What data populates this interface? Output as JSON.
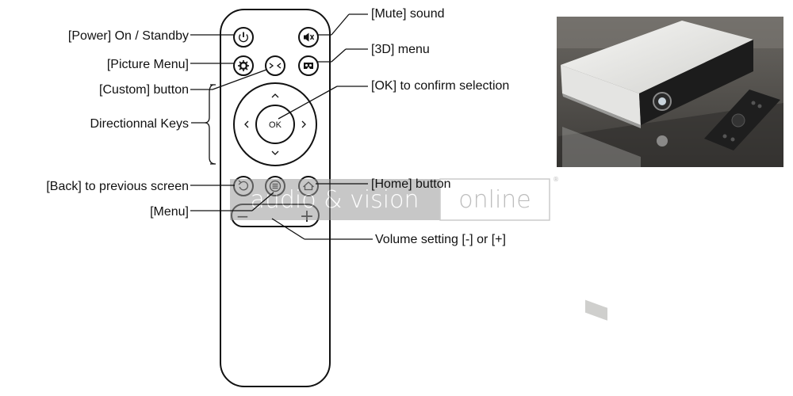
{
  "labels": {
    "power": "[Power] On / Standby",
    "picture": "[Picture Menu]",
    "custom": "[Custom] button",
    "directional": "Directionnal Keys",
    "back": "[Back] to previous screen",
    "menu": "[Menu]",
    "mute": "[Mute] sound",
    "three_d": "[3D] menu",
    "ok_confirm": "[OK] to confirm selection",
    "home": "[Home] button",
    "volume": "Volume setting [-] or [+]"
  },
  "remote": {
    "ok_text": "OK",
    "minus": "−",
    "plus": "+"
  },
  "watermark": {
    "part1": "audio & vision",
    "part2": "online",
    "mark": "®"
  },
  "icons": [
    "power-icon",
    "mute-icon",
    "gear-icon",
    "custom-icon",
    "3d-icon",
    "back-icon",
    "menu-icon",
    "home-icon"
  ],
  "colors": {
    "line": "#111111",
    "photo_bg": "#5a5854",
    "projector": "#e8e8e6"
  }
}
